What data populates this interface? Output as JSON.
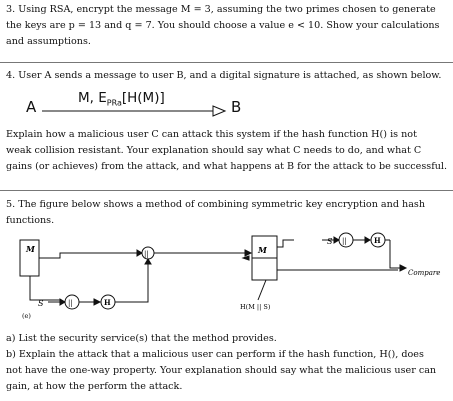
{
  "q3": {
    "line1": "3. Using RSA, encrypt the message M = 3, assuming the two primes chosen to generate",
    "line2": "the keys are p = 13 and q = 7. You should choose a value e < 10. Show your calculations",
    "line3": "and assumptions."
  },
  "q4": {
    "intro": "4. User A sends a message to user B, and a digital signature is attached, as shown below.",
    "diagram": {
      "sender": "A",
      "receiver": "B",
      "message_prefix": "M, E",
      "subscript": "PRa",
      "message_suffix": "[H(M)]"
    },
    "line1": "Explain how a malicious user C can attack this system if the hash function H() is not",
    "line2": "weak collision resistant. Your explanation should say what C needs to do, and what C",
    "line3": "gains (or achieves) from the attack, and what happens at B for the attack to be successful."
  },
  "q5": {
    "line1": "5. The figure below shows a method of combining symmetric key encryption and hash",
    "line2": "functions.",
    "figure": {
      "m_left": "M",
      "m_right": "M",
      "s_left": "S",
      "s_right": "S",
      "parallel": "||",
      "hash": "H",
      "compare": "Compare",
      "hash_note": "H(M || S)",
      "label": "(e)"
    },
    "a": "a) List the security service(s) that the method provides.",
    "b_line1": "b) Explain the attack that a malicious user can perform if the hash function, H(), does",
    "b_line2": "not have the one-way property. Your explanation should say what the malicious user can",
    "b_line3": "gain, at how the perform the attack."
  }
}
